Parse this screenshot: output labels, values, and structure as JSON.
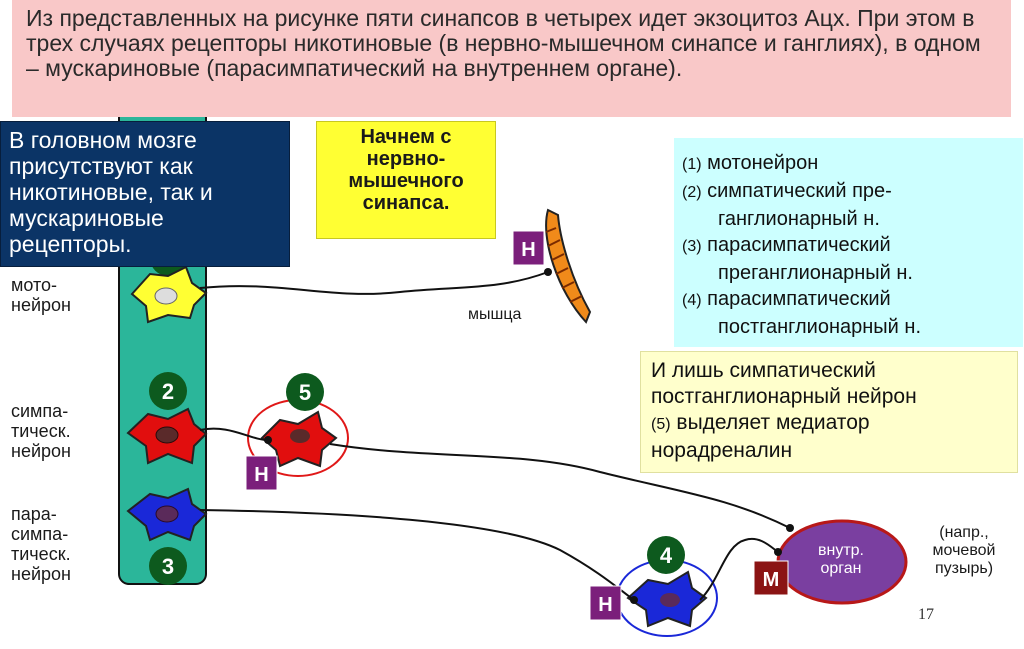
{
  "top_note": {
    "text": "Из представленных на рисунке пяти синапсов в четырех идет экзоцитоз Ацх. При этом в трех случаях рецепторы никотиновые (в нервно-мышечном синапсе и ганглиях), в одном – мускариновые (парасимпатический на внутреннем органе)."
  },
  "left_note": {
    "text": "В головном мозге присутствуют как никотиновые, так и мускариновые рецепторы."
  },
  "begin_note": {
    "text": "Начнем с нервно-мышечного синапса."
  },
  "legend": {
    "items": [
      {
        "num": "(1)",
        "text": "мотонейрон",
        "text2": ""
      },
      {
        "num": "(2)",
        "text": "симпатический пре-",
        "text2": "ганглионарный н."
      },
      {
        "num": "(3)",
        "text": "парасимпатический",
        "text2": "преганглионарный н."
      },
      {
        "num": "(4)",
        "text": "парасимпатический",
        "text2": "постганглионарный н."
      }
    ]
  },
  "symp_note": {
    "line1": "И лишь симпатический",
    "line2": "постганглионарный нейрон",
    "num": "(5)",
    "line3": "выделяет медиатор",
    "line4": "норадреналин"
  },
  "labels": {
    "motoneuron_1": "мото-",
    "motoneuron_2": "нейрон",
    "symp_1": "симпа-",
    "symp_2": "тическ.",
    "symp_3": "нейрон",
    "para_1": "пара-",
    "para_2": "симпа-",
    "para_3": "тическ.",
    "para_4": "нейрон",
    "muscle": "мышца",
    "organ_1": "внутр.",
    "organ_2": "орган",
    "organ_note_1": "(напр.,",
    "organ_note_2": "мочевой",
    "organ_note_3": "пузырь)"
  },
  "badges": {
    "num_2": "2",
    "num_3": "3",
    "num_4": "4",
    "num_5": "5",
    "receptor_n": "Н",
    "receptor_m": "М"
  },
  "page_number": "17",
  "colors": {
    "column": "#2bb69a",
    "badge_green": "#0d5a1e",
    "badge_purple": "#7b1f7b",
    "badge_maroon": "#8b1414",
    "organ_fill": "#7a3fa0",
    "organ_border": "#b81818"
  }
}
